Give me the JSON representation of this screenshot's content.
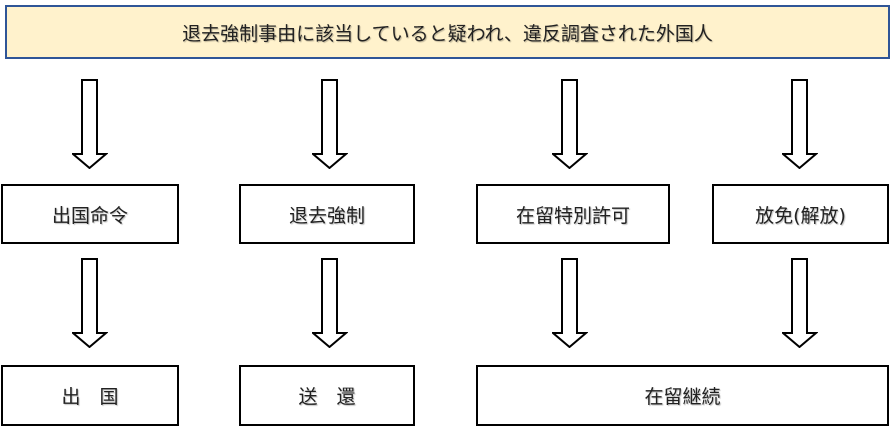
{
  "header": {
    "text": "退去強制事由に該当していると疑われ、違反調査された外国人"
  },
  "outcomes": [
    {
      "label": "出国命令",
      "result": "出　国"
    },
    {
      "label": "退去強制",
      "result": "送　還"
    },
    {
      "label": "在留特別許可",
      "result": "在留継続"
    },
    {
      "label": "放免(解放)",
      "result": "在留継続"
    }
  ],
  "colors": {
    "header_fill": "#fff2cc",
    "header_border": "#2f5597"
  }
}
